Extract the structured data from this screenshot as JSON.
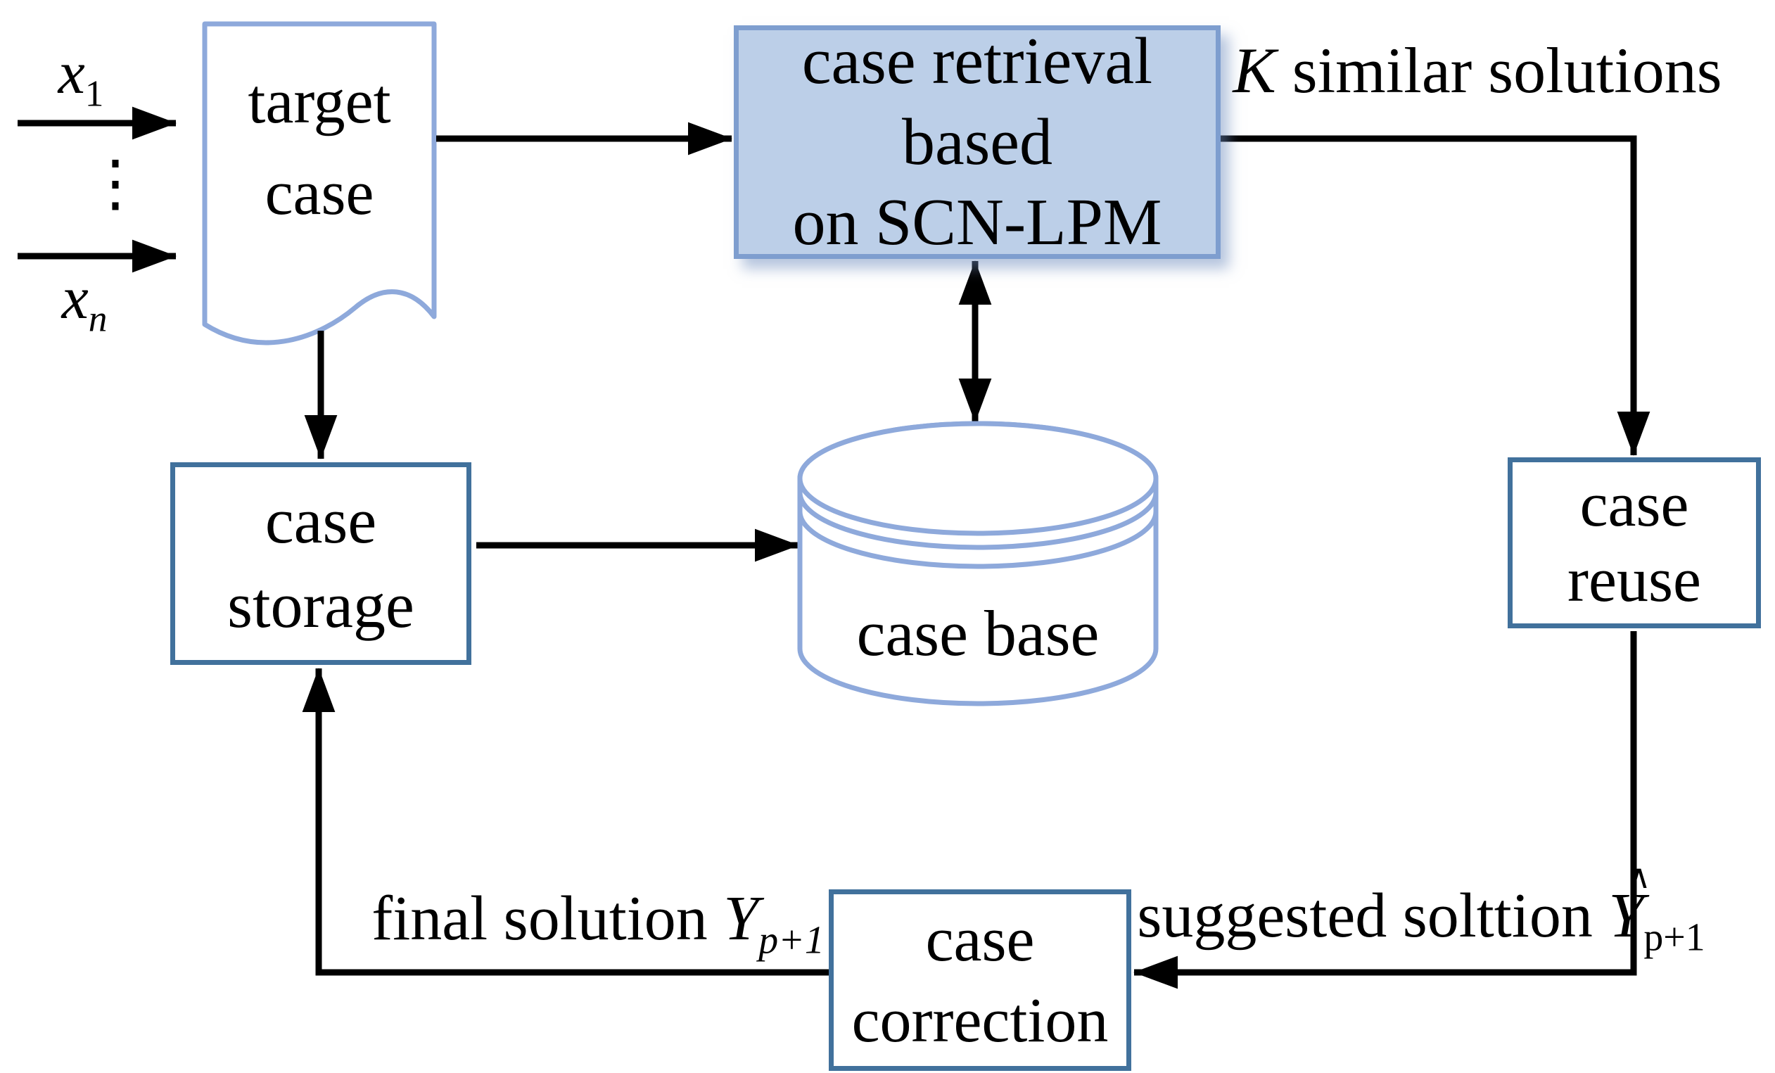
{
  "figure": {
    "description": "case-based reasoning cycle diagram with SCN-LPM retrieval",
    "colors": {
      "light_blue_border": "#8EA9DB",
      "retrieval_border": "#7E9ECF",
      "retrieval_fill": "#BCCFE8",
      "dark_blue_border": "#41719C",
      "connector_black": "#000000",
      "background": "#FFFFFF"
    }
  },
  "inputs": {
    "x1": {
      "base": "x",
      "sub": "1"
    },
    "dots": "⋮",
    "xn": {
      "base": "x",
      "sub": "n"
    }
  },
  "nodes": {
    "target_case": {
      "line1": "target",
      "line2": "case"
    },
    "case_retrieval": {
      "line1": "case retrieval based",
      "line2": "on SCN-LPM"
    },
    "case_base": {
      "label": "case base"
    },
    "case_storage": {
      "line1": "case",
      "line2": "storage"
    },
    "case_reuse": {
      "line1": "case",
      "line2": "reuse"
    },
    "case_correction": {
      "line1": "case",
      "line2": "correction"
    }
  },
  "edges": {
    "k_similar": {
      "var": "K",
      "text": " similar solutions"
    },
    "final_solution": {
      "text": "final solution ",
      "var": "Y",
      "sub": "p+1"
    },
    "suggested_solution": {
      "text": "suggested solttion ",
      "var": "Y",
      "hat": "∧",
      "sub": "p+1"
    }
  }
}
